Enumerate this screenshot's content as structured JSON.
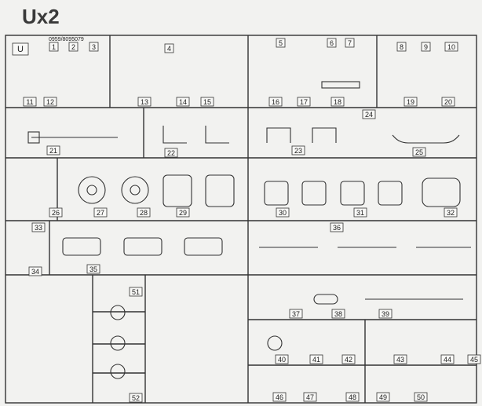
{
  "header": {
    "title": "Ux2"
  },
  "sprue": {
    "letter": "U",
    "code": "0959/8095079",
    "parts": [
      {
        "n": "1"
      },
      {
        "n": "2"
      },
      {
        "n": "3"
      },
      {
        "n": "4"
      },
      {
        "n": "5"
      },
      {
        "n": "6"
      },
      {
        "n": "7"
      },
      {
        "n": "8"
      },
      {
        "n": "9"
      },
      {
        "n": "10"
      },
      {
        "n": "11"
      },
      {
        "n": "12"
      },
      {
        "n": "13"
      },
      {
        "n": "14"
      },
      {
        "n": "15"
      },
      {
        "n": "16"
      },
      {
        "n": "17"
      },
      {
        "n": "18"
      },
      {
        "n": "19"
      },
      {
        "n": "20"
      },
      {
        "n": "21"
      },
      {
        "n": "22"
      },
      {
        "n": "23"
      },
      {
        "n": "24"
      },
      {
        "n": "25"
      },
      {
        "n": "26"
      },
      {
        "n": "27"
      },
      {
        "n": "28"
      },
      {
        "n": "29"
      },
      {
        "n": "30"
      },
      {
        "n": "31"
      },
      {
        "n": "32"
      },
      {
        "n": "33"
      },
      {
        "n": "34"
      },
      {
        "n": "35"
      },
      {
        "n": "36"
      },
      {
        "n": "37"
      },
      {
        "n": "38"
      },
      {
        "n": "39"
      },
      {
        "n": "40"
      },
      {
        "n": "41"
      },
      {
        "n": "42"
      },
      {
        "n": "43"
      },
      {
        "n": "44"
      },
      {
        "n": "45"
      },
      {
        "n": "46"
      },
      {
        "n": "47"
      },
      {
        "n": "48"
      },
      {
        "n": "49"
      },
      {
        "n": "50"
      },
      {
        "n": "51"
      },
      {
        "n": "52"
      }
    ]
  }
}
